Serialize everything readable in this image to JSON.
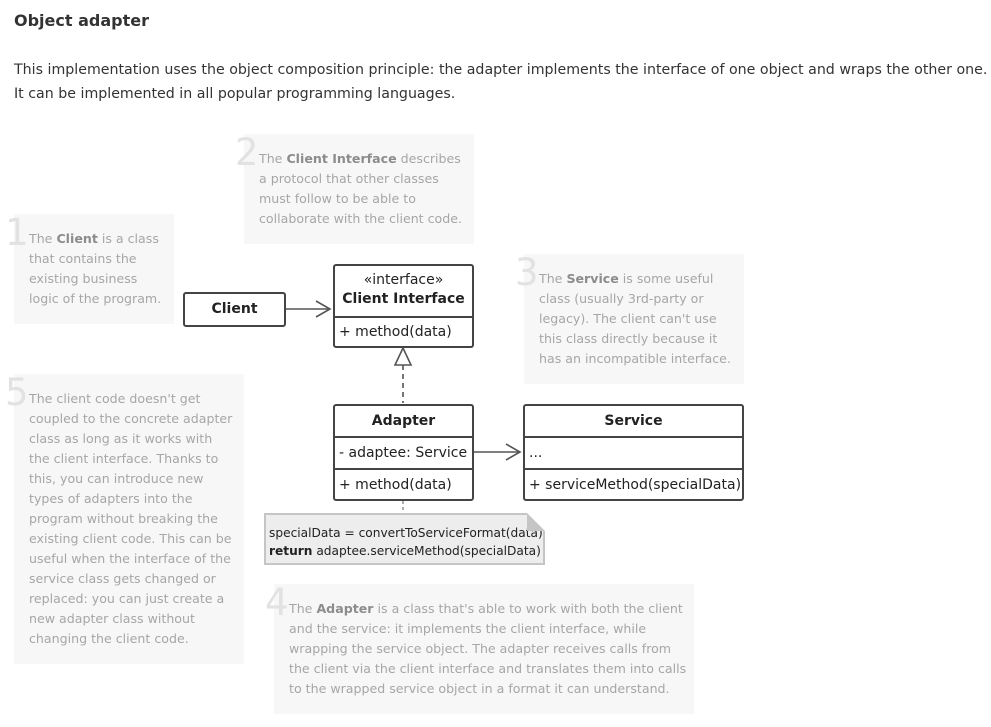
{
  "heading": "Object adapter",
  "intro": "This implementation uses the object composition principle: the adapter implements the interface of one object and wraps the other one. It can be implemented in all popular programming languages.",
  "notes": {
    "n1": {
      "num": "1",
      "pre": "The ",
      "bold": "Client",
      "post": " is a class that contains the existing business logic of the program."
    },
    "n2": {
      "num": "2",
      "pre": "The ",
      "bold": "Client Interface",
      "post": " describes a protocol that other classes must follow to be able to collaborate with the client code."
    },
    "n3": {
      "num": "3",
      "pre": "The ",
      "bold": "Service",
      "post": " is some useful class (usually 3rd-party or legacy). The client can't use this class directly because it has an incompatible interface."
    },
    "n4": {
      "num": "4",
      "pre": "The ",
      "bold": "Adapter",
      "post": " is a class that's able to work with both the client and the service: it implements the client interface, while wrapping the service object. The adapter receives calls from the client via the client interface and translates them into calls to the wrapped service object in a format it can understand."
    },
    "n5": {
      "num": "5",
      "text": "The client code doesn't get coupled to the concrete adapter class as long as it works with the client interface. Thanks to this, you can introduce new types of adapters into the program without breaking the existing client code. This can be useful when the interface of the service class gets changed or replaced: you can just create a new adapter class without changing the client code."
    }
  },
  "uml": {
    "client": {
      "name": "Client"
    },
    "client_interface": {
      "stereotype": "«interface»",
      "name": "Client Interface",
      "method": "+ method(data)"
    },
    "adapter": {
      "name": "Adapter",
      "field": "- adaptee: Service",
      "method": "+ method(data)"
    },
    "service": {
      "name": "Service",
      "field": "...",
      "method": "+ serviceMethod(specialData)"
    }
  },
  "code_note": {
    "line1": "specialData = convertToServiceFormat(data)",
    "line2_keyword": "return",
    "line2_rest": " adaptee.serviceMethod(specialData)"
  },
  "colors": {
    "note_bg": "#f7f7f7",
    "note_text": "#a6a6a6",
    "note_number": "#e2e2e2",
    "uml_border": "#444444",
    "code_note_bg": "#ededed"
  }
}
